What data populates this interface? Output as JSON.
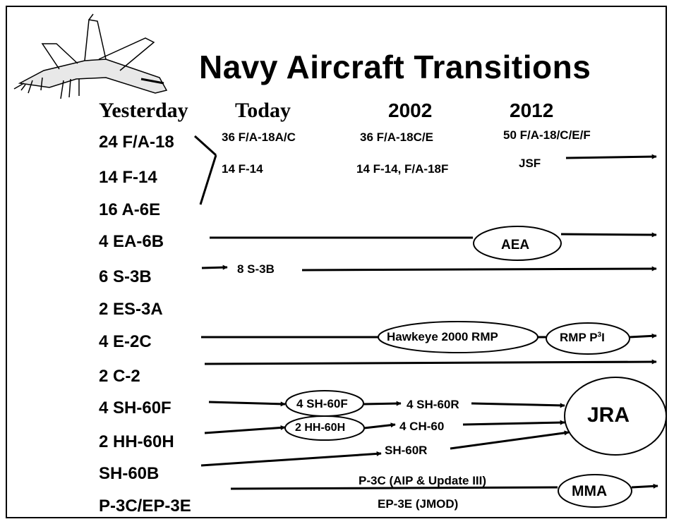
{
  "title": "Navy Aircraft Transitions",
  "columns": {
    "yesterday": "Yesterday",
    "today": "Today",
    "y2002": "2002",
    "y2012": "2012"
  },
  "yesterday_rows": [
    "24 F/A-18",
    "14 F-14",
    "16 A-6E",
    "4 EA-6B",
    "6 S-3B",
    "2 ES-3A",
    "4 E-2C",
    "2 C-2",
    "4 SH-60F",
    "2 HH-60H",
    "SH-60B",
    "P-3C/EP-3E"
  ],
  "today_labels": {
    "fa18": "36 F/A-18A/C",
    "f14": "14 F-14",
    "s3b": "8 S-3B"
  },
  "y2002_labels": {
    "fa18": "36 F/A-18C/E",
    "f14": "14 F-14, F/A-18F",
    "sh60r_a": "4 SH-60R",
    "ch60": "4 CH-60",
    "sh60r_b": "SH-60R",
    "p3c": "P-3C (AIP & Update III)",
    "ep3e": "EP-3E (JMOD)"
  },
  "y2012_labels": {
    "fa18": "50 F/A-18/C/E/F",
    "jsf": "JSF"
  },
  "ovals": {
    "aea": "AEA",
    "hawkeye": "Hawkeye 2000 RMP",
    "rmp": "RMP P",
    "rmp_sup": "3",
    "rmp_suffix": "I",
    "sh60f": "4 SH-60F",
    "hh60h": "2 HH-60H",
    "jra": "JRA",
    "mma": "MMA"
  },
  "icons": [
    "fighter-jet-icon"
  ]
}
